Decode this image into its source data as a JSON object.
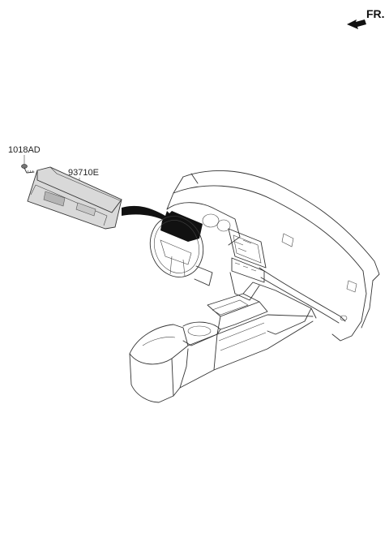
{
  "direction": {
    "label": "FR."
  },
  "parts": [
    {
      "code": "1018AD",
      "name": "screw"
    },
    {
      "code": "93710E",
      "name": "cluster-fascia-switch-panel"
    }
  ],
  "colors": {
    "ink": "#333333",
    "part_fill": "#d9d9d9",
    "highlight": "#111111"
  }
}
